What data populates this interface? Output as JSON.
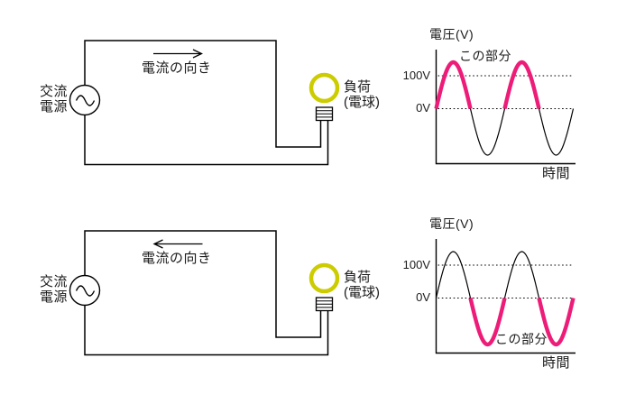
{
  "page": {
    "background": "#ffffff"
  },
  "colors": {
    "wire": "#000000",
    "text": "#1a1a1a",
    "highlight": "#ed1c78",
    "bulb": "#cccc00"
  },
  "circuits": [
    {
      "id": "top",
      "source_label": "交流\n電源",
      "current_direction_label": "電流の向き",
      "arrow_direction": "right",
      "load_label": "負荷\n(電球)"
    },
    {
      "id": "bottom",
      "source_label": "交流\n電源",
      "current_direction_label": "電流の向き",
      "arrow_direction": "left",
      "load_label": "負荷\n(電球)"
    }
  ],
  "chart_data": [
    {
      "type": "line",
      "title": "電圧(V)",
      "xlabel": "時間",
      "ylabel": "",
      "y_tick_labels": [
        "100V",
        "0V"
      ],
      "y_tick_values": [
        100,
        0
      ],
      "waveform": "sine",
      "cycles": 2,
      "peak_v": 141,
      "rms_v": 100,
      "min_v": -141,
      "gridlines": [
        "dotted line at 100V",
        "dotted line at 0V"
      ],
      "legend_position": "none",
      "highlighted_half": "positive",
      "highlight_label": "この部分",
      "highlight_color": "#ed1c78",
      "line_color": "#000000"
    },
    {
      "type": "line",
      "title": "電圧(V)",
      "xlabel": "時間",
      "ylabel": "",
      "y_tick_labels": [
        "100V",
        "0V"
      ],
      "y_tick_values": [
        100,
        0
      ],
      "waveform": "sine",
      "cycles": 2,
      "peak_v": 141,
      "rms_v": 100,
      "min_v": -141,
      "gridlines": [
        "dotted line at 100V",
        "dotted line at 0V"
      ],
      "legend_position": "none",
      "highlighted_half": "negative",
      "highlight_label": "この部分",
      "highlight_color": "#ed1c78",
      "line_color": "#000000"
    }
  ]
}
